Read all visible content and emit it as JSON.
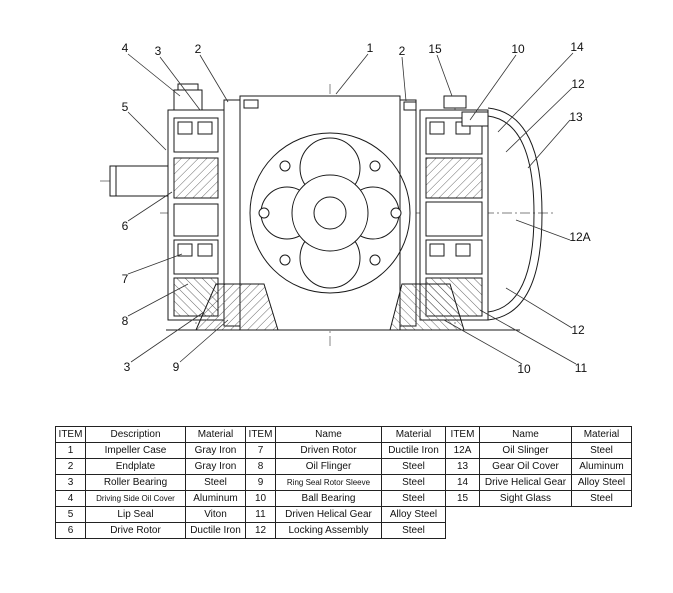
{
  "figure": {
    "callouts": [
      "4",
      "3",
      "2",
      "1",
      "2",
      "15",
      "10",
      "14",
      "12",
      "13",
      "12A",
      "12",
      "11",
      "10",
      "9",
      "3",
      "5",
      "6",
      "7",
      "8"
    ]
  },
  "tables": [
    {
      "headers": [
        "ITEM",
        "Description",
        "Material"
      ],
      "rows": [
        [
          "1",
          "Impeller Case",
          "Gray Iron"
        ],
        [
          "2",
          "Endplate",
          "Gray Iron"
        ],
        [
          "3",
          "Roller Bearing",
          "Steel"
        ],
        [
          "4",
          "Driving Side Oil Cover",
          "Aluminum"
        ],
        [
          "5",
          "Lip Seal",
          "Viton"
        ],
        [
          "6",
          "Drive Rotor",
          "Ductile Iron"
        ]
      ]
    },
    {
      "headers": [
        "ITEM",
        "Name",
        "Material"
      ],
      "rows": [
        [
          "7",
          "Driven Rotor",
          "Ductile Iron"
        ],
        [
          "8",
          "Oil Flinger",
          "Steel"
        ],
        [
          "9",
          "Ring Seal Rotor Sleeve",
          "Steel"
        ],
        [
          "10",
          "Ball Bearing",
          "Steel"
        ],
        [
          "11",
          "Driven Helical Gear",
          "Alloy Steel"
        ],
        [
          "12",
          "Locking Assembly",
          "Steel"
        ]
      ]
    },
    {
      "headers": [
        "ITEM",
        "Name",
        "Material"
      ],
      "rows": [
        [
          "12A",
          "Oil Slinger",
          "Steel"
        ],
        [
          "13",
          "Gear Oil Cover",
          "Aluminum"
        ],
        [
          "14",
          "Drive Helical Gear",
          "Alloy Steel"
        ],
        [
          "15",
          "Sight Glass",
          "Steel"
        ]
      ]
    }
  ]
}
